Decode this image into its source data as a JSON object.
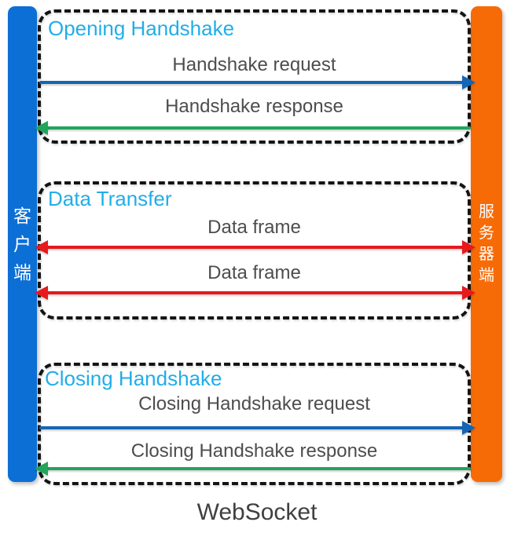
{
  "title": "WebSocket",
  "client": {
    "label": "客户端"
  },
  "server": {
    "label": "服务器端"
  },
  "sections": [
    {
      "heading": "Opening Handshake",
      "messages": [
        {
          "label": "Handshake request",
          "direction": "client-to-server",
          "color": "#1565b5"
        },
        {
          "label": "Handshake response",
          "direction": "server-to-client",
          "color": "#21a55b"
        }
      ]
    },
    {
      "heading": "Data Transfer",
      "messages": [
        {
          "label": "Data frame",
          "direction": "bidirectional",
          "color": "#e8191c"
        },
        {
          "label": "Data frame",
          "direction": "bidirectional",
          "color": "#e8191c"
        }
      ]
    },
    {
      "heading": "Closing Handshake",
      "messages": [
        {
          "label": "Closing Handshake request",
          "direction": "client-to-server",
          "color": "#1565b5"
        },
        {
          "label": "Closing Handshake response",
          "direction": "server-to-client",
          "color": "#21a55b"
        }
      ]
    }
  ],
  "colors": {
    "client-blue": "#0c6fd6",
    "server-orange": "#f76b07",
    "arrow-blue": "#1565b5",
    "arrow-green": "#21a55b",
    "arrow-red": "#e8191c",
    "heading-cyan": "#22ade8",
    "label-gray": "#4d4d4d",
    "title-gray": "#404040"
  }
}
